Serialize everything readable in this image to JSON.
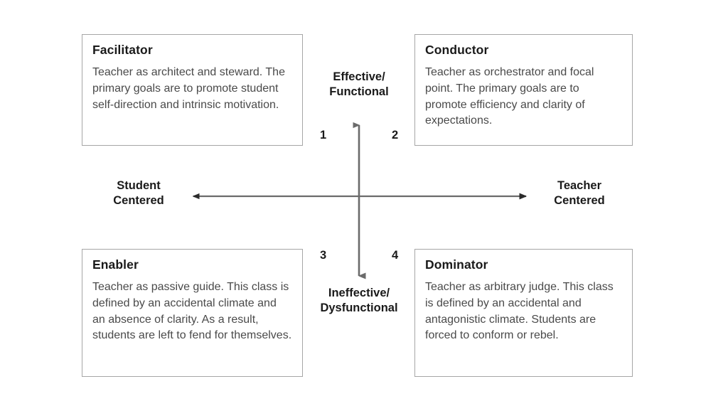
{
  "diagram": {
    "type": "2x2-quadrant-matrix",
    "background_color": "#ffffff",
    "box_border_color": "#a6a6a6",
    "axis_color": "#6b6b6b",
    "text_color": "#2b2b2b",
    "title_color": "#1a1a1a",
    "body_color": "#4a4a4a"
  },
  "axes": {
    "vertical": {
      "top_label": "Effective/\nFunctional",
      "bottom_label": "Ineffective/\nDysfunctional",
      "arrow_style": "double-headed"
    },
    "horizontal": {
      "left_label": "Student\nCentered",
      "right_label": "Teacher\nCentered",
      "arrow_style": "double-headed"
    }
  },
  "quadrants": [
    {
      "number": "1",
      "position": "top-left",
      "title": "Facilitator",
      "body": "Teacher as architect and steward. The primary goals are to promote student self-direction and intrinsic motivation."
    },
    {
      "number": "2",
      "position": "top-right",
      "title": "Conductor",
      "body": "Teacher as orchestrator and focal point. The primary goals are to promote efficiency and clarity of expectations."
    },
    {
      "number": "3",
      "position": "bottom-left",
      "title": "Enabler",
      "body": "Teacher as passive guide. This class is defined by an accidental climate and an absence of clarity. As a result, students are left to fend for themselves."
    },
    {
      "number": "4",
      "position": "bottom-right",
      "title": "Dominator",
      "body": "Teacher as arbitrary judge. This class is defined by an accidental and antagonistic climate. Students are forced to conform or rebel."
    }
  ]
}
